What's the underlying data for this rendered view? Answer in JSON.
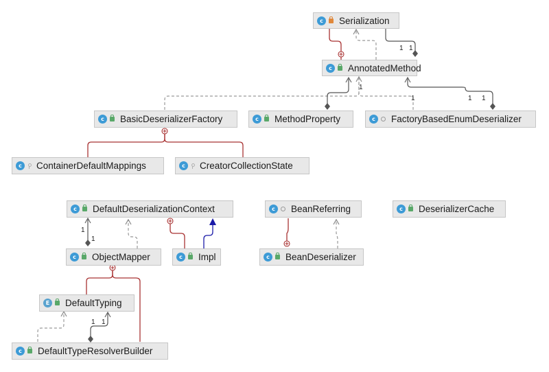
{
  "nodes": [
    {
      "id": "serialization",
      "label": "Serialization",
      "icon": "class-icon",
      "visibility": "private"
    },
    {
      "id": "annotatedmethod",
      "label": "AnnotatedMethod",
      "icon": "class-icon",
      "visibility": "public"
    },
    {
      "id": "basicdeserializerfactory",
      "label": "BasicDeserializerFactory",
      "icon": "class-icon",
      "visibility": "public"
    },
    {
      "id": "methodproperty",
      "label": "MethodProperty",
      "icon": "class-icon",
      "visibility": "public"
    },
    {
      "id": "factorybasedenumdeserializer",
      "label": "FactoryBasedEnumDeserializer",
      "icon": "class-icon",
      "visibility": "package"
    },
    {
      "id": "containerdefaultmappings",
      "label": "ContainerDefaultMappings",
      "icon": "class-icon",
      "visibility": "protected"
    },
    {
      "id": "creatorcollectionstate",
      "label": "CreatorCollectionState",
      "icon": "class-icon",
      "visibility": "protected"
    },
    {
      "id": "defaultdeserializationcontext",
      "label": "DefaultDeserializationContext",
      "icon": "class-icon",
      "visibility": "public"
    },
    {
      "id": "beanreferring",
      "label": "BeanReferring",
      "icon": "class-icon",
      "visibility": "package"
    },
    {
      "id": "deserializercache",
      "label": "DeserializerCache",
      "icon": "class-icon",
      "visibility": "public"
    },
    {
      "id": "objectmapper",
      "label": "ObjectMapper",
      "icon": "class-icon",
      "visibility": "public"
    },
    {
      "id": "impl",
      "label": "Impl",
      "icon": "class-icon",
      "visibility": "public"
    },
    {
      "id": "beandeserializer",
      "label": "BeanDeserializer",
      "icon": "class-icon",
      "visibility": "public"
    },
    {
      "id": "defaulttyping",
      "label": "DefaultTyping",
      "icon": "enum-icon",
      "visibility": "public"
    },
    {
      "id": "defaulttyperesolverbuilder",
      "label": "DefaultTypeResolverBuilder",
      "icon": "class-icon",
      "visibility": "public"
    }
  ],
  "icon_letters": {
    "class-icon": "c",
    "enum-icon": "E"
  },
  "multiplicities": [
    "1",
    "1",
    "1",
    "1",
    "1",
    "1",
    "1",
    "1",
    "1",
    "1"
  ],
  "colors": {
    "inner": "#a83232",
    "dashed": "#999999",
    "aggregation": "#555555",
    "inheritance": "#1a1aa8",
    "node_bg": "#e8e8e8",
    "icon": "#3d9bd6"
  }
}
